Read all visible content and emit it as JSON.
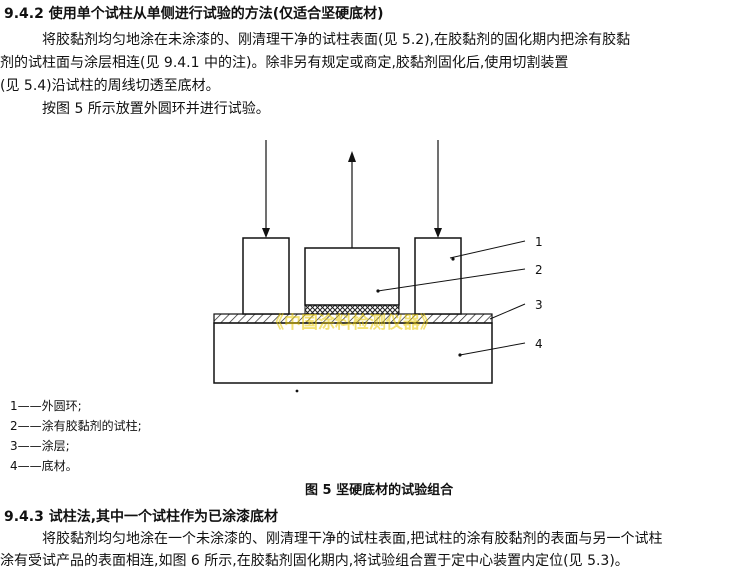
{
  "section_942": {
    "heading": "9.4.2  使用单个试柱从单侧进行试验的方法(仅适合坚硬底材)",
    "para1_line1": "将胶黏剂均匀地涂在未涂漆的、刚清理干净的试柱表面(见 5.2),在胶黏剂的固化期内把涂有胶黏",
    "para1_line2": "剂的试柱面与涂层相连(见 9.4.1 中的注)。除非另有规定或商定,胶黏剂固化后,使用切割装置",
    "para1_line3": "(见 5.4)沿试柱的周线切透至底材。",
    "para2": "按图 5 所示放置外圆环并进行试验。"
  },
  "figure5": {
    "label_1": "1",
    "label_2": "2",
    "label_3": "3",
    "label_4": "4",
    "watermark": "《中国涂料检测仪器》",
    "legend": [
      "1——外圆环;",
      "2——涂有胶黏剂的试柱;",
      "3——涂层;",
      "4——底材。"
    ],
    "caption": "图 5   坚硬底材的试验组合"
  },
  "section_943": {
    "heading": "9.4.3  试柱法,其中一个试柱作为已涂漆底材",
    "para_line1": "将胶黏剂均匀地涂在一个未涂漆的、刚清理干净的试柱表面,把试柱的涂有胶黏剂的表面与另一个试柱",
    "para_line2": "涂有受试产品的表面相连,如图 6 所示,在胶黏剂固化期内,将试验组合置于定中心装置内定位(见 5.3)。"
  }
}
